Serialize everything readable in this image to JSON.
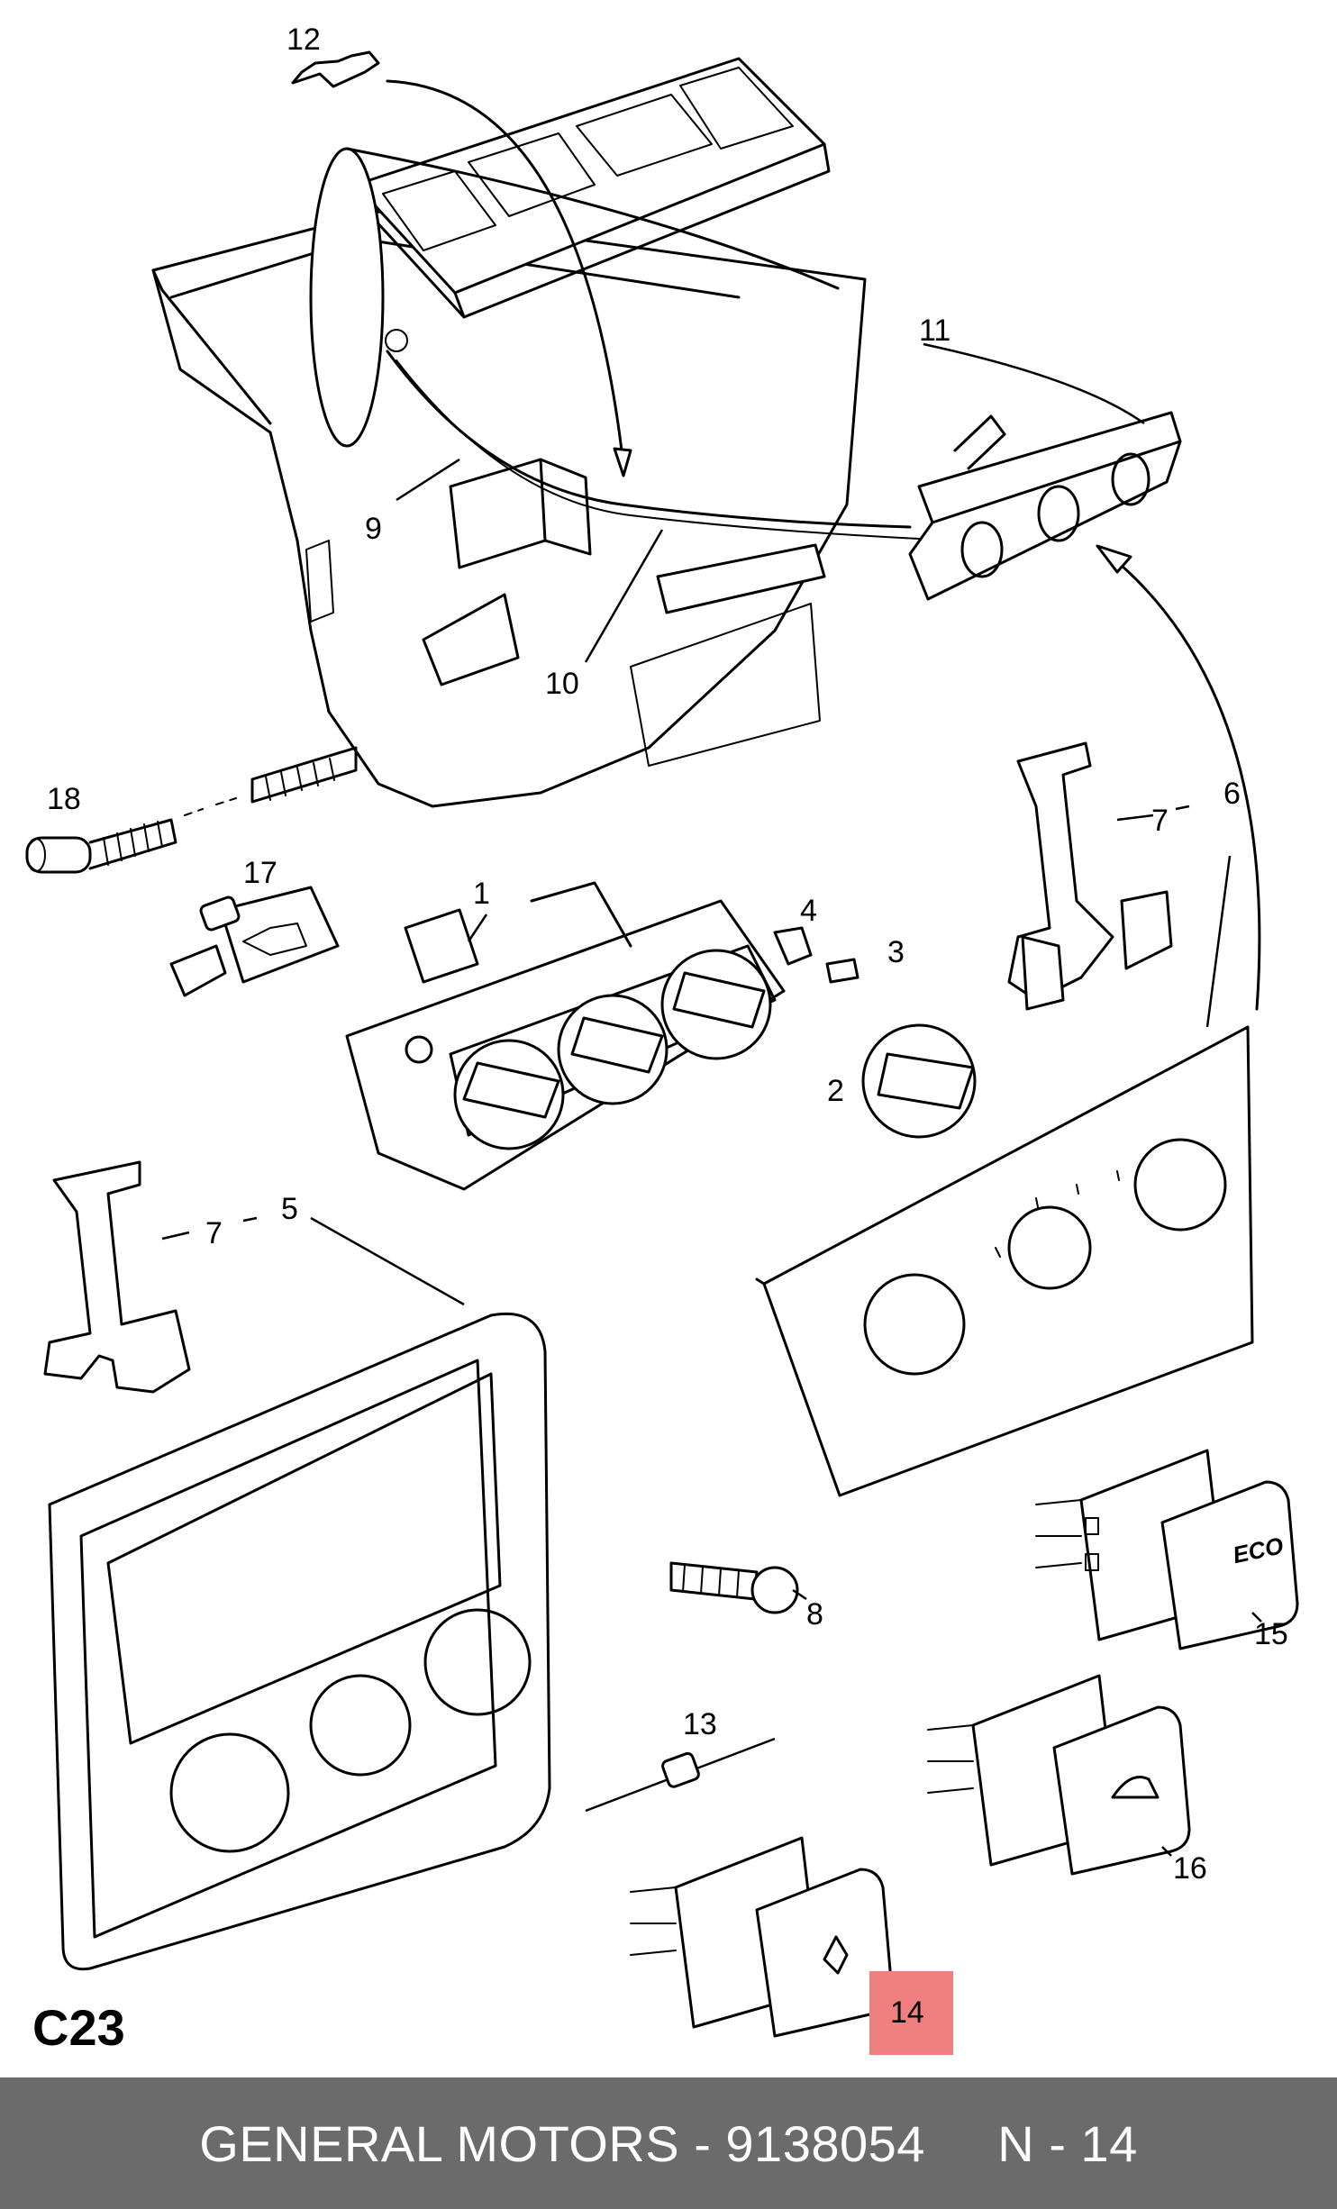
{
  "diagram": {
    "code": "C23",
    "highlight_color": "#f08080",
    "callouts": {
      "c1": "1",
      "c2": "2",
      "c3": "3",
      "c4": "4",
      "c5": "5",
      "c6": "6",
      "c7a": "7",
      "c7b": "7",
      "c8": "8",
      "c9": "9",
      "c10": "10",
      "c11": "11",
      "c12": "12",
      "c13": "13",
      "c14": "14",
      "c15": "15",
      "c16": "16",
      "c17": "17",
      "c18": "18"
    },
    "switch_labels": {
      "eco": "ECO"
    }
  },
  "footer": {
    "brand": "GENERAL MOTORS",
    "separator": " - ",
    "part_number": "9138054",
    "gap": "     ",
    "page": "N - 14",
    "background": "#6b6b6b"
  }
}
